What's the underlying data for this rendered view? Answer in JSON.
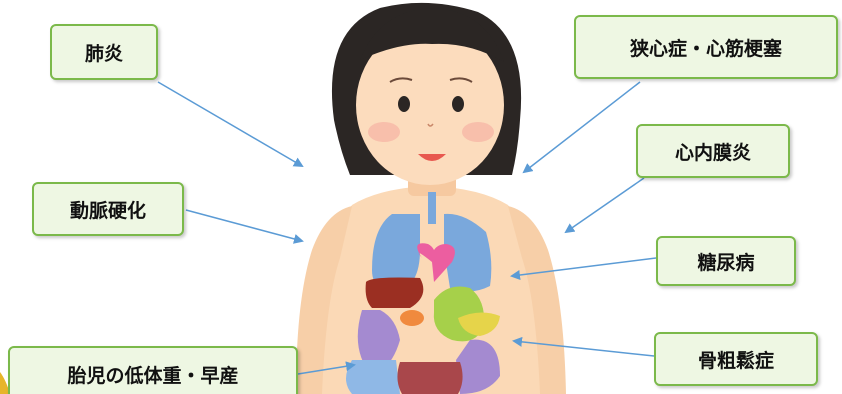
{
  "labels": {
    "pneumonia": "肺炎",
    "angina_mi": "狭心症・心筋梗塞",
    "endocarditis": "心内膜炎",
    "arteriosclerosis": "動脈硬化",
    "diabetes": "糖尿病",
    "osteoporosis": "骨粗鬆症",
    "fetal": "胎児の低体重・早産"
  },
  "colors": {
    "label_fill": "#eef7e3",
    "label_border": "#7bb94a",
    "arrow": "#5b9bd5",
    "skin": "#fbd9b6",
    "hair": "#2b2624",
    "lungs": "#7aa8dc",
    "heart": "#ec5ea0",
    "liver": "#9b2f22",
    "stomach": "#a6d04a",
    "intestine": "#a48ad0",
    "pancreas": "#e6d44a",
    "bladder": "#a9474b",
    "gold_corner": "#e7b52a"
  },
  "icons": [
    "girl-illustration",
    "organ-diagram",
    "annotation-arrows"
  ]
}
